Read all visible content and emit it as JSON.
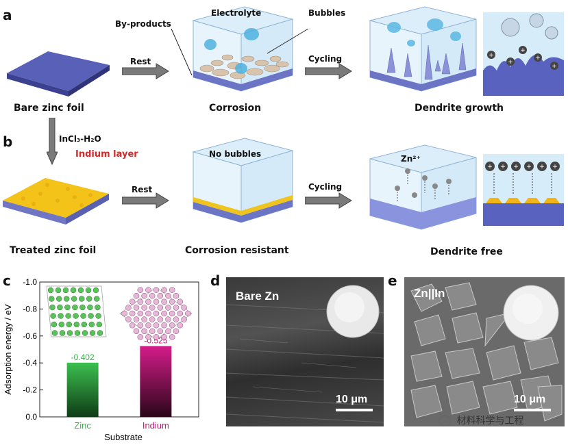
{
  "panels": {
    "a": "a",
    "b": "b",
    "c": "c",
    "d": "d",
    "e": "e"
  },
  "row_a": {
    "bare_foil": "Bare zinc foil",
    "rest": "Rest",
    "corrosion": "Corrosion",
    "byproducts": "By-products",
    "electrolyte": "Electrolyte",
    "bubbles": "Bubbles",
    "cycling": "Cycling",
    "dendrite_growth": "Dendrite growth"
  },
  "row_b": {
    "treatment": "InCl₃-H₂O",
    "indium_layer": "Indium layer",
    "treated_foil": "Treated zinc foil",
    "rest": "Rest",
    "no_bubbles": "No bubbles",
    "corrosion_resistant": "Corrosion resistant",
    "cycling": "Cycling",
    "zn_ion": "Zn²⁺",
    "dendrite_free": "Dendrite free"
  },
  "sem_d": {
    "label": "Bare Zn",
    "scale": "10 μm"
  },
  "sem_e": {
    "label": "Zn||In",
    "scale": "10 μm"
  },
  "watermark": "材料科学与工程",
  "chart_data": {
    "type": "bar",
    "categories": [
      "Zinc",
      "Indium"
    ],
    "values": [
      -0.402,
      -0.525
    ],
    "value_labels": [
      "-0.402",
      "-0.525"
    ],
    "ylabel": "Adsorption energy / eV",
    "xlabel": "Substrate",
    "ylim": [
      0.0,
      -1.0
    ],
    "yticks": [
      "-1.0",
      "-0.8",
      "-0.6",
      "-0.4",
      "-0.2",
      "0.0"
    ],
    "ytick_values": [
      -1.0,
      -0.8,
      -0.6,
      -0.4,
      -0.2,
      0.0
    ],
    "colors": {
      "Zinc": "#33b24a",
      "Indium": "#c2187a"
    },
    "grid": false
  }
}
